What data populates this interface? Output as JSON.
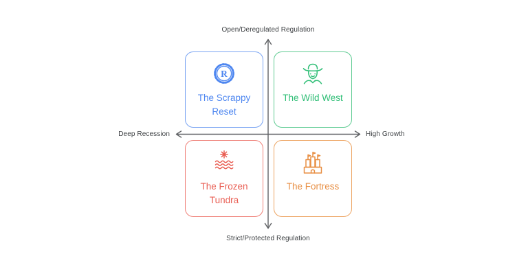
{
  "axes": {
    "top_label": "Open/Deregulated Regulation",
    "bottom_label": "Strict/Protected Regulation",
    "left_label": "Deep Recession",
    "right_label": "High Growth",
    "line_color": "#5f6164",
    "label_color": "#3d4043"
  },
  "quadrants": [
    {
      "position": "top-left",
      "label": "The Scrappy Reset",
      "icon": "rust-gear-icon",
      "color": "#4d86f0",
      "border_color": "#78a3f2"
    },
    {
      "position": "top-right",
      "label": "The Wild West",
      "icon": "cowboy-icon",
      "color": "#2fbe76",
      "border_color": "#5ecb92"
    },
    {
      "position": "bottom-left",
      "label": "The Frozen Tundra",
      "icon": "snowflake-waves-icon",
      "color": "#e95d52",
      "border_color": "#ef8078"
    },
    {
      "position": "bottom-right",
      "label": "The Fortress",
      "icon": "castle-icon",
      "color": "#e88f44",
      "border_color": "#eda462"
    }
  ]
}
